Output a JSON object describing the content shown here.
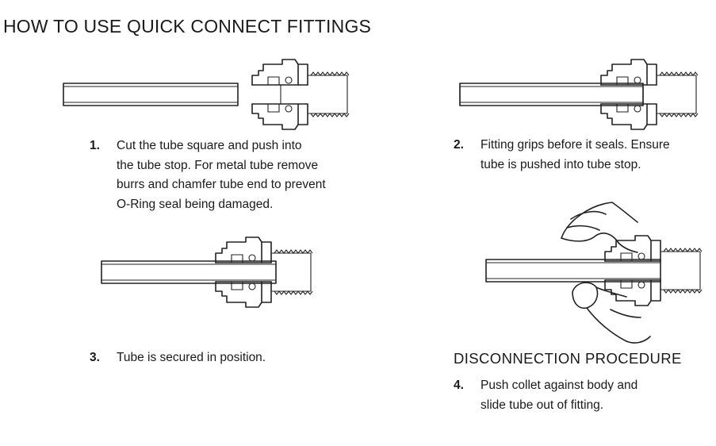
{
  "title": "HOW TO USE QUICK CONNECT FITTINGS",
  "disconnection_heading": "DISCONNECTION PROCEDURE",
  "steps": [
    {
      "number": "1.",
      "lines": [
        "Cut the tube square and push into",
        "the tube stop. For metal tube remove",
        "burrs and chamfer tube end to prevent",
        "O-Ring seal being damaged."
      ]
    },
    {
      "number": "2.",
      "lines": [
        "Fitting grips before it seals. Ensure",
        "tube is pushed into tube stop."
      ]
    },
    {
      "number": "3.",
      "lines": [
        "Tube is secured in position."
      ]
    },
    {
      "number": "4.",
      "lines": [
        "Push collet against body and",
        "slide tube out of fitting."
      ]
    }
  ]
}
